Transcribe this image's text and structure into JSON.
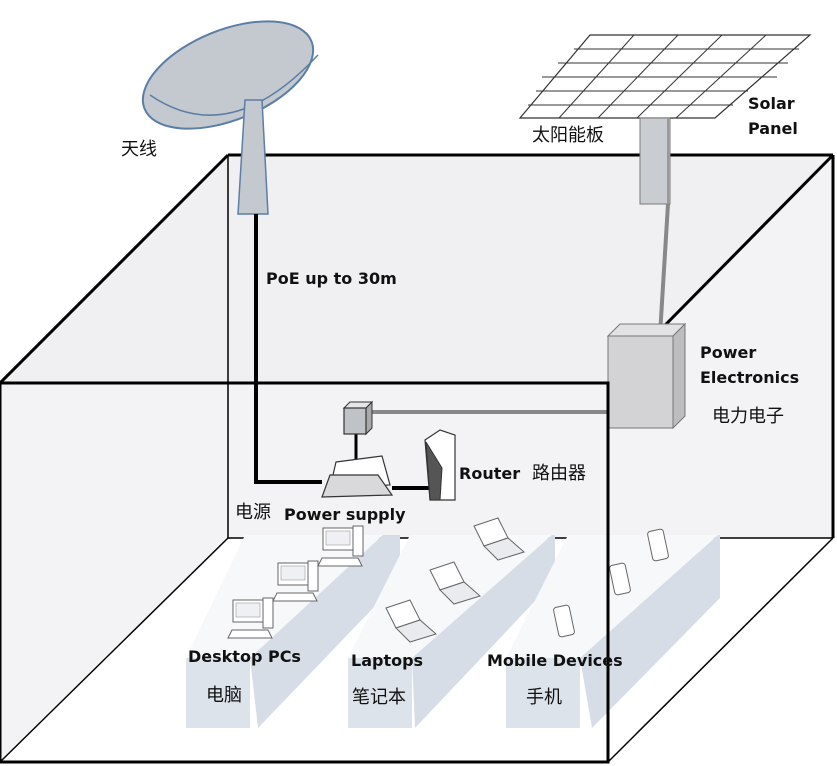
{
  "labels": {
    "antenna_zh": "天线",
    "solar_en_line1": "Solar",
    "solar_en_line2": "Panel",
    "solar_zh": "太阳能板",
    "poe": "PoE up to 30m",
    "power_electronics_line1": "Power",
    "power_electronics_line2": "Electronics",
    "power_electronics_zh": "电力电子",
    "router_en": "Router",
    "router_zh": "路由器",
    "power_supply_zh": "电源",
    "power_supply_en": "Power supply",
    "desktop_en": "Desktop PCs",
    "desktop_zh": "电脑",
    "laptops_en": "Laptops",
    "laptops_zh": "笔记本",
    "mobile_en": "Mobile Devices",
    "mobile_zh": "手机"
  },
  "colors": {
    "outline": "#000000",
    "wall_fill": "#f3f3f5",
    "antenna_fill": "#c9cdd4",
    "antenna_stroke": "#5b7ea6",
    "table_top": "#f6f7f9",
    "table_side": "#d6dde6",
    "table_front": "#dde3ea",
    "box_fill": "#d3d3d6",
    "grey_cable": "#888888"
  },
  "icons": [
    "antenna-icon",
    "solar-panel-icon",
    "power-electronics-icon",
    "router-icon",
    "power-supply-icon",
    "desktop-pc-icon",
    "laptop-icon",
    "mobile-device-icon"
  ]
}
